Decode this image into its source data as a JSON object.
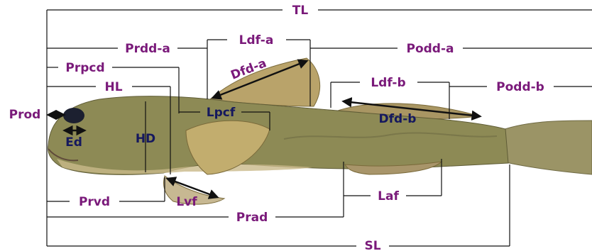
{
  "colors": {
    "label_outer": "#7a1a7a",
    "label_inner": "#15185e",
    "line": "#111111",
    "fish_body": "#8d8a55",
    "fish_belly": "#c9b98a",
    "fin": "#b9a36a"
  },
  "labels": {
    "TL": "TL",
    "Prdd_a": "Prdd-a",
    "Ldf_a": "Ldf-a",
    "Podd_a": "Podd-a",
    "Dfd_a": "Dfd-a",
    "Prpcd": "Prpcd",
    "HL": "HL",
    "Ldf_b": "Ldf-b",
    "Podd_b": "Podd-b",
    "Prod": "Prod",
    "Lpcf": "Lpcf",
    "Dfd_b": "Dfd-b",
    "Ed": "Ed",
    "HD": "HD",
    "Laf": "Laf",
    "Prvd": "Prvd",
    "Lvf": "Lvf",
    "Prad": "Prad",
    "SL": "SL"
  }
}
